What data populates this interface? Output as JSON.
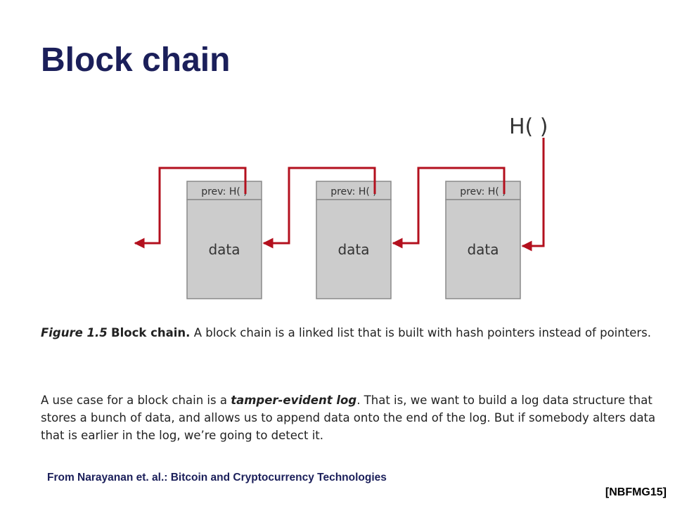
{
  "title": "Block chain",
  "diagram": {
    "top_hash_label": "H( )",
    "blocks": [
      {
        "header": "prev: H( )",
        "body": "data"
      },
      {
        "header": "prev: H( )",
        "body": "data"
      },
      {
        "header": "prev: H( )",
        "body": "data"
      }
    ],
    "colors": {
      "block_fill": "#cccccc",
      "block_border": "#8a8a8a",
      "pointer": "#b3101e",
      "text": "#333333"
    }
  },
  "caption": {
    "label": "Figure 1.5",
    "heading": "Block chain.",
    "text": " A block chain is a linked list that is built with hash pointers instead of pointers."
  },
  "paragraph": {
    "lead": "A use case for a block chain is a ",
    "emphasis": "tamper-evident log",
    "rest": ". That is, we want to build a log data structure that stores a bunch of data, and allows us to append data onto the end of the log. But if somebody alters data that is earlier in the log, we’re going to detect it."
  },
  "source": "From Narayanan et. al.: Bitcoin and Cryptocurrency Technologies",
  "citation": "[NBFMG15]"
}
